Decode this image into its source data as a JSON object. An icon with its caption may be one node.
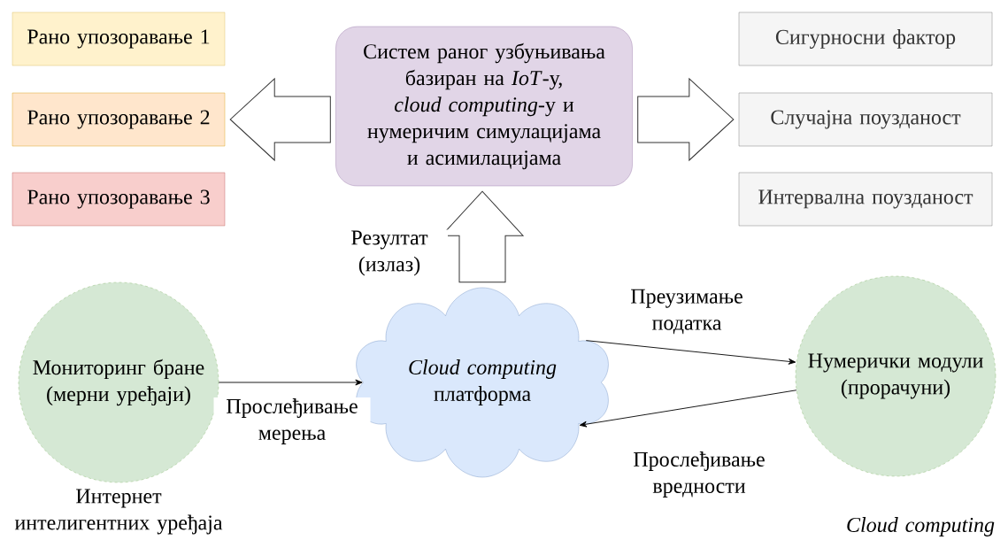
{
  "diagram": {
    "nodes": [
      {
        "text": [
          "Рано упозоравање 1"
        ]
      },
      {
        "text": [
          "Рано упозоравање 2"
        ]
      },
      {
        "text": [
          "Рано упозоравање 3"
        ]
      },
      {
        "text": [
          "Систем раног узбуњивања базиран на *IoT*-у, *cloud computing*-у и нумеричим симулацијама и асимилацијама"
        ]
      },
      {
        "text": [
          "Сигурносни фактор"
        ]
      },
      {
        "text": [
          "Случајна поузданост"
        ]
      },
      {
        "text": [
          "Интервална поузданост"
        ]
      },
      {
        "text": [
          "Мониторинг бране (мерни уређаји)"
        ],
        "beside": [
          "Интернет интелигентних уређаја"
        ]
      },
      {
        "text": [
          "*Cloud computing* платформа"
        ]
      },
      {
        "text": [
          "Нумерички модули (прорачуни)"
        ],
        "beside": [
          "Cloud computing"
        ]
      }
    ],
    "edges": [
      {
        "from": 3,
        "to": 1,
        "arrow": "to"
      },
      {
        "from": 3,
        "to": 5,
        "arrow": "to"
      },
      {
        "from": 8,
        "to": 3,
        "arrow": "to",
        "label": "Резултат (излаз)"
      },
      {
        "from": 7,
        "to": 8,
        "arrow": "to",
        "label": "Прослеђивање мерења"
      },
      {
        "from": 8,
        "to": 9,
        "arrow": "to",
        "label": "Преузимање податка"
      },
      {
        "from": 9,
        "to": 8,
        "arrow": "to",
        "label": "Прослеђивање вредности"
      }
    ]
  }
}
